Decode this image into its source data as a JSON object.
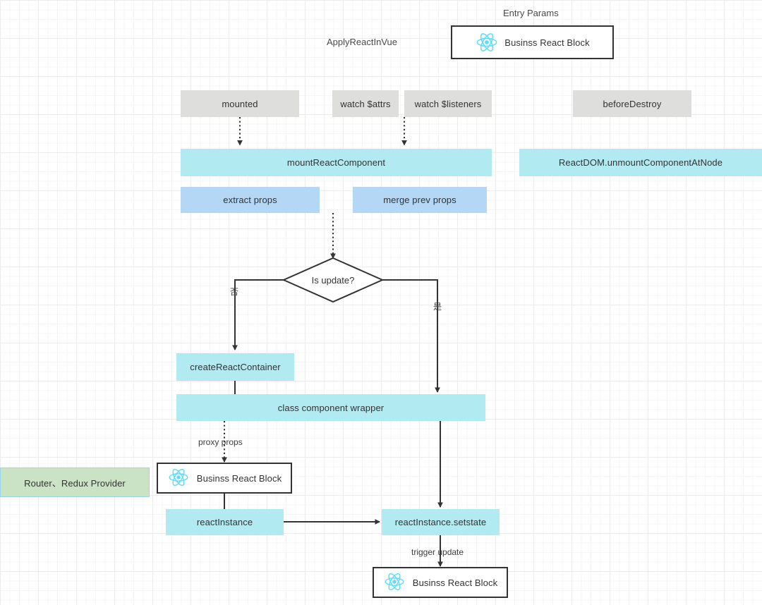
{
  "diagram": {
    "title_texts": [
      {
        "id": "entry-params",
        "text": "Entry Params"
      },
      {
        "id": "apply-react-in-vue",
        "text": "ApplyReactInVue"
      }
    ],
    "nodes": {
      "entry_block": {
        "label": "Businss React Block",
        "icon": "react-logo-icon",
        "style": "white"
      },
      "mounted": {
        "label": "mounted",
        "style": "gray"
      },
      "watch_attrs": {
        "label": "watch $attrs",
        "style": "gray"
      },
      "watch_listeners": {
        "label": "watch $listeners",
        "style": "gray"
      },
      "before_destroy": {
        "label": "beforeDestroy",
        "style": "gray"
      },
      "mount_react": {
        "label": "mountReactComponent",
        "style": "cyan"
      },
      "unmount_node": {
        "label": "ReactDOM.unmountComponentAtNode",
        "style": "cyan"
      },
      "extract_props": {
        "label": "extract props",
        "style": "blue"
      },
      "merge_prev_props": {
        "label": "merge prev props",
        "style": "blue"
      },
      "is_update": {
        "label": "Is update?",
        "style": "diamond"
      },
      "create_container": {
        "label": "createReactContainer",
        "style": "cyan"
      },
      "class_wrapper": {
        "label": "class component wrapper",
        "style": "cyan"
      },
      "router_redux": {
        "label": "Router、Redux Provider",
        "style": "green"
      },
      "business_block_mid": {
        "label": "Businss React Block",
        "icon": "react-logo-icon",
        "style": "white"
      },
      "react_instance": {
        "label": "reactInstance",
        "style": "cyan"
      },
      "set_state": {
        "label": "reactInstance.setstate",
        "style": "cyan"
      },
      "business_block_bottom": {
        "label": "Businss React Block",
        "icon": "react-logo-icon",
        "style": "white"
      }
    },
    "edge_labels": [
      {
        "id": "branch-no",
        "text": "否"
      },
      {
        "id": "branch-yes",
        "text": "是"
      },
      {
        "id": "proxy-props",
        "text": "proxy props"
      },
      {
        "id": "trigger-update",
        "text": "trigger update"
      }
    ],
    "colors": {
      "gray_fill": "#dededd",
      "cyan_fill": "#b2eaf2",
      "blue_fill": "#b3d7f5",
      "green_fill": "#c9e3c4",
      "green_border": "#9ad4e8",
      "node_border": "#333333",
      "edge_stroke": "#333333",
      "react_logo": "#61dbfb",
      "grid_minor": "#f5f5f5",
      "grid_major": "#ececec",
      "text": "#333333"
    }
  }
}
